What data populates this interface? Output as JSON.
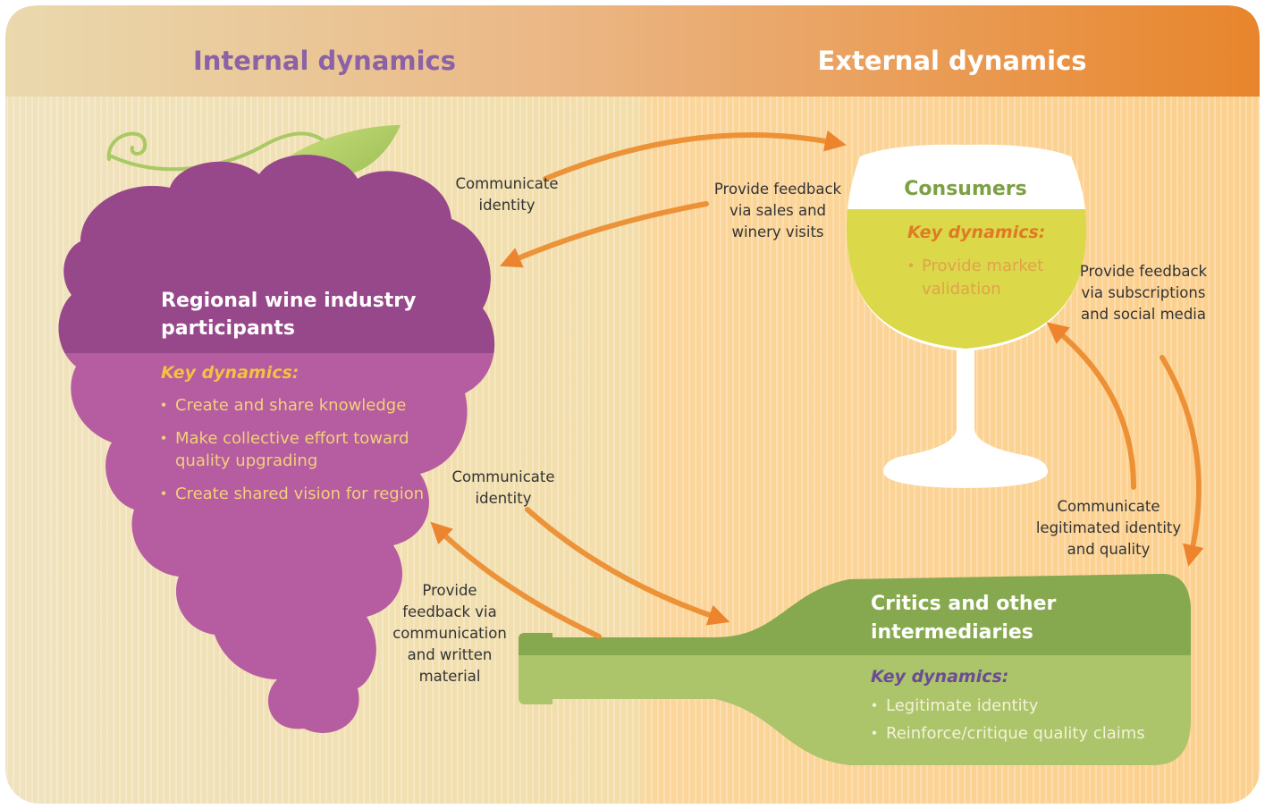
{
  "headers": {
    "internal": "Internal dynamics",
    "external": "External dynamics"
  },
  "grape": {
    "title_line1": "Regional wine industry",
    "title_line2": "participants",
    "key_label": "Key dynamics:",
    "items": [
      {
        "lines": [
          "Create and share knowledge"
        ]
      },
      {
        "lines": [
          "Make collective effort toward",
          "quality upgrading"
        ]
      },
      {
        "lines": [
          "Create shared vision for region"
        ]
      }
    ]
  },
  "glass": {
    "title": "Consumers",
    "key_label": "Key dynamics:",
    "items": [
      {
        "lines": [
          "Provide market",
          "validation"
        ]
      }
    ]
  },
  "bottle": {
    "title_line1": "Critics and other",
    "title_line2": "intermediaries",
    "key_label": "Key dynamics:",
    "items": [
      {
        "lines": [
          "Legitimate identity"
        ]
      },
      {
        "lines": [
          "Reinforce/critique quality claims"
        ]
      }
    ]
  },
  "arrow_labels": {
    "top_left": [
      "Communicate",
      "identity"
    ],
    "top_middle": [
      "Provide feedback",
      "via sales and",
      "winery visits"
    ],
    "right_top": [
      "Provide feedback",
      "via subscriptions",
      "and social media"
    ],
    "right_bottom": [
      "Communicate",
      "legitimated identity",
      "and quality"
    ],
    "mid_left": [
      "Communicate",
      "identity"
    ],
    "bottom_left": [
      "Provide",
      "feedback via",
      "communication",
      "and written",
      "material"
    ]
  },
  "colors": {
    "purple_dark": "#97488a",
    "purple_light": "#b65ca0",
    "green_dark": "#86a84e",
    "green_light": "#acc46a",
    "wine_yellow": "#dbd84a",
    "orange": "#ec8a2c",
    "header_internal": "#8a62a5",
    "key_yellow": "#f2c144",
    "key_orange": "#e07a24",
    "key_purple": "#6b4d94",
    "bullet_yellow": "#f1d17a",
    "bullet_glass": "#e3a24a",
    "bullet_bottle": "#f4f2d8",
    "text_dark": "#333333"
  }
}
